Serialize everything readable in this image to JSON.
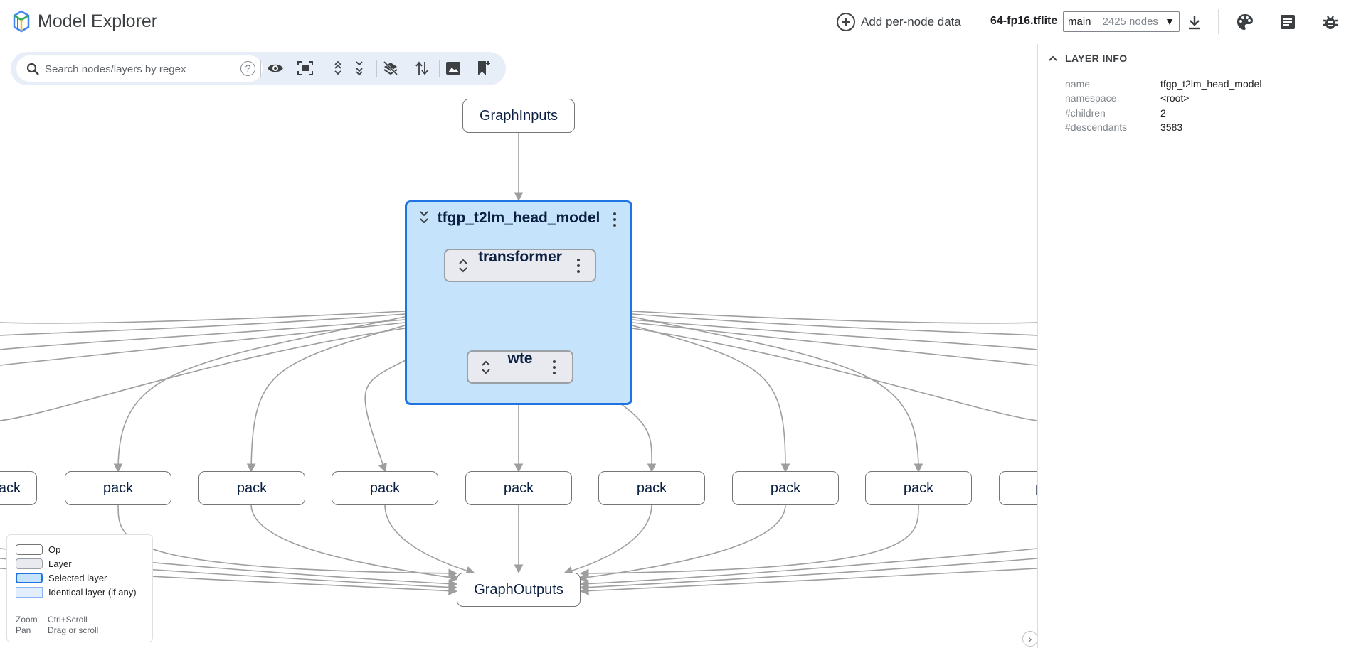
{
  "header": {
    "app_title": "Model Explorer",
    "add_data_label": "Add per-node data",
    "model_name": "64-fp16.tflite",
    "graph_select": {
      "value": "main",
      "node_count": "2425 nodes"
    },
    "icons": [
      "download-icon",
      "palette-icon",
      "notes-icon",
      "bug-icon"
    ]
  },
  "toolbar": {
    "search_placeholder": "Search nodes/layers by regex",
    "help_label": "?",
    "buttons": [
      "visibility-icon",
      "fit-screen-icon",
      "expand-all-icon",
      "collapse-all-icon",
      "layers-clear-icon",
      "flip-direction-icon",
      "export-image-icon",
      "bookmark-add-icon"
    ]
  },
  "graph": {
    "inputs_label": "GraphInputs",
    "outputs_label": "GraphOutputs",
    "selected_layer": "tfgp_t2lm_head_model",
    "child_layers": [
      "transformer",
      "wte"
    ],
    "pack_label": "pack"
  },
  "legend": {
    "items": [
      "Op",
      "Layer",
      "Selected layer",
      "Identical layer (if any)"
    ],
    "zoom_label": "Zoom",
    "zoom_value": "Ctrl+Scroll",
    "pan_label": "Pan",
    "pan_value": "Drag or scroll"
  },
  "side_panel": {
    "section_title": "LAYER INFO",
    "rows": [
      {
        "key": "name",
        "value": "tfgp_t2lm_head_model"
      },
      {
        "key": "namespace",
        "value": "<root>"
      },
      {
        "key": "#children",
        "value": "2"
      },
      {
        "key": "#descendants",
        "value": "3583"
      }
    ]
  },
  "colors": {
    "selected_fill": "#c5e4fb",
    "selected_border": "#1f73e2",
    "layer_fill": "#e8eaf0",
    "edge": "#9e9e9e"
  }
}
